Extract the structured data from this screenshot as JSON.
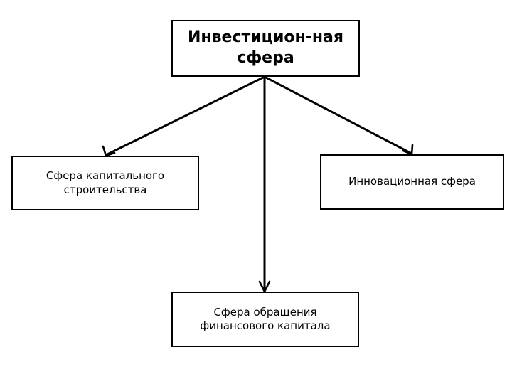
{
  "diagram": {
    "type": "hierarchy-tree",
    "title_node": {
      "id": "root",
      "label": "Инвестицион-ная\nсфера"
    },
    "children": [
      {
        "id": "left",
        "label": "Сфера капитального\nстроительства"
      },
      {
        "id": "right",
        "label": "Инновационная сфера"
      },
      {
        "id": "bottom",
        "label": "Сфера обращения\nфинансового капитала"
      }
    ],
    "connectors": [
      {
        "id": "root-to-left",
        "from": "root",
        "to": "left",
        "direction": "down-left",
        "arrowhead": "open"
      },
      {
        "id": "root-to-bottom",
        "from": "root",
        "to": "bottom",
        "direction": "down",
        "arrowhead": "open"
      },
      {
        "id": "root-to-right",
        "from": "root",
        "to": "right",
        "direction": "down-right",
        "arrowhead": "open"
      }
    ],
    "colors": {
      "background": "#ffffff",
      "stroke": "#000000",
      "text": "#000000",
      "node_fill": "#ffffff"
    }
  }
}
